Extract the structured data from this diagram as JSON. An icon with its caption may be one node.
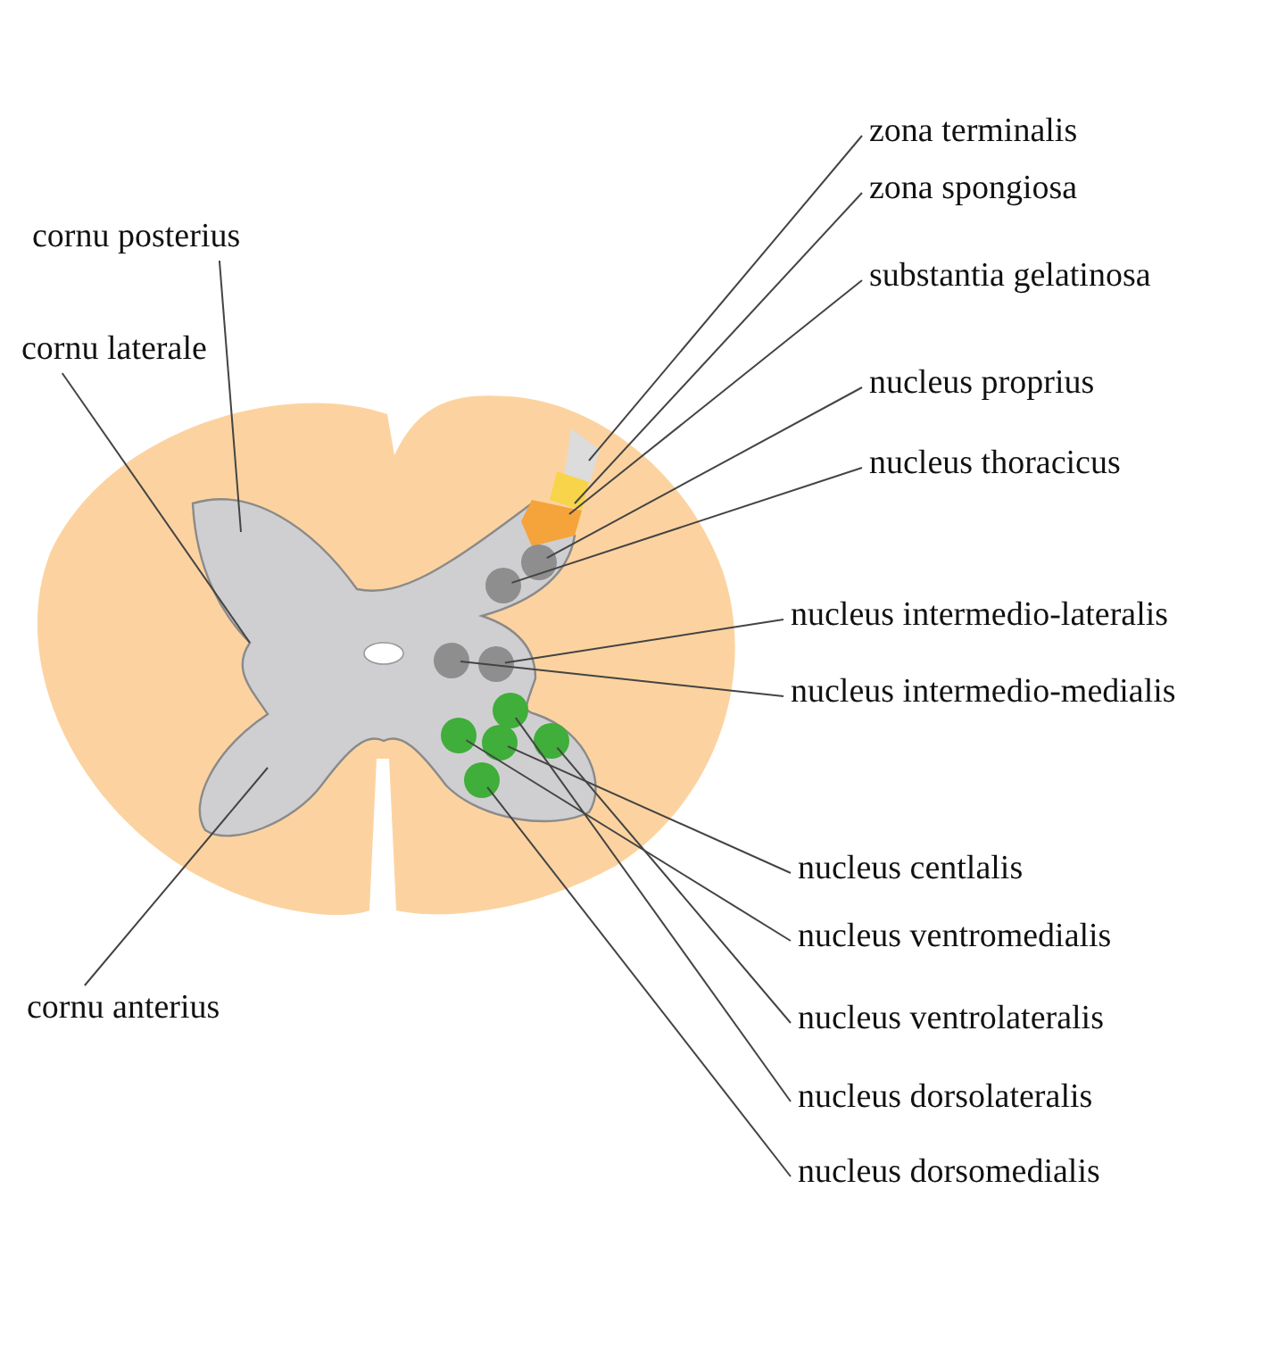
{
  "diagram": {
    "nodes": [
      {
        "text": [
          "zona terminalis"
        ]
      },
      {
        "text": [
          "zona spongiosa"
        ]
      },
      {
        "text": [
          "cornu posterius"
        ]
      },
      {
        "text": [
          "substantia gelatinosa"
        ]
      },
      {
        "text": [
          "cornu laterale"
        ]
      },
      {
        "text": [
          "nucleus proprius"
        ]
      },
      {
        "text": [
          "nucleus thoracicus"
        ]
      },
      {
        "text": [
          "nucleus intermedio-lateralis"
        ]
      },
      {
        "text": [
          "nucleus intermedio-medialis"
        ]
      },
      {
        "text": [
          "nucleus centlalis"
        ]
      },
      {
        "text": [
          "nucleus ventromedialis"
        ]
      },
      {
        "text": [
          "cornu anterius"
        ]
      },
      {
        "text": [
          "nucleus ventrolateralis"
        ]
      },
      {
        "text": [
          "nucleus dorsolateralis"
        ]
      },
      {
        "text": [
          "nucleus dorsomedialis"
        ]
      },
      {
        "text": [],
        "shape": "circle"
      },
      {
        "text": [],
        "shape": "circle"
      },
      {
        "text": [],
        "shape": "circle"
      },
      {
        "text": [],
        "shape": "circle"
      },
      {
        "text": [],
        "shape": "circle"
      },
      {
        "text": [],
        "shape": "circle"
      },
      {
        "text": [],
        "shape": "circle"
      },
      {
        "text": [],
        "shape": "circle"
      },
      {
        "text": [],
        "shape": "circle"
      }
    ],
    "edges": [
      {
        "from": 0,
        "to": null,
        "arrow": "none"
      },
      {
        "from": 1,
        "to": null,
        "arrow": "none"
      },
      {
        "from": 2,
        "to": null,
        "arrow": "none"
      },
      {
        "from": 3,
        "to": null,
        "arrow": "none"
      },
      {
        "from": 4,
        "to": null,
        "arrow": "none"
      },
      {
        "from": 5,
        "to": 15,
        "arrow": "none"
      },
      {
        "from": 6,
        "to": 16,
        "arrow": "none"
      },
      {
        "from": 7,
        "to": 18,
        "arrow": "none"
      },
      {
        "from": 8,
        "to": 17,
        "arrow": "none"
      },
      {
        "from": 9,
        "to": 21,
        "arrow": "none"
      },
      {
        "from": 10,
        "to": 19,
        "arrow": "none"
      },
      {
        "from": 11,
        "to": null,
        "arrow": "none"
      },
      {
        "from": 12,
        "to": 23,
        "arrow": "none"
      },
      {
        "from": 13,
        "to": 22,
        "arrow": "none"
      },
      {
        "from": 14,
        "to": 20,
        "arrow": "none"
      }
    ]
  }
}
